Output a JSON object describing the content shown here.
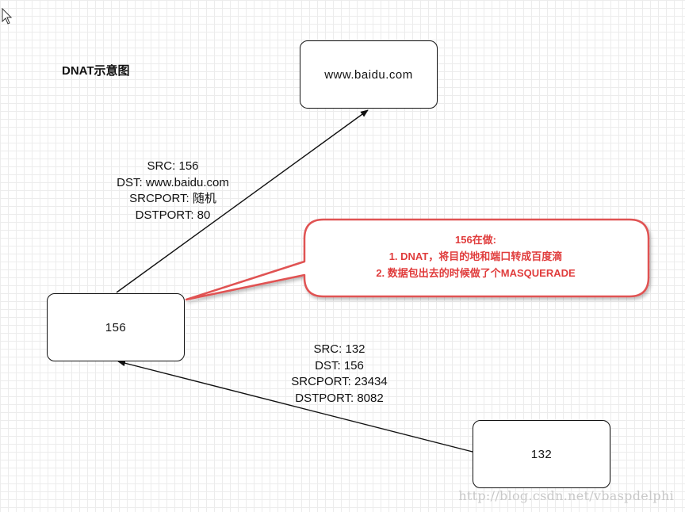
{
  "diagram": {
    "title": "DNAT示意图",
    "nodes": {
      "baidu": "www.baidu.com",
      "n156": "156",
      "n132": "132"
    },
    "upper_label": [
      "SRC: 156",
      "DST: www.baidu.com",
      "SRCPORT: 随机",
      "DSTPORT: 80"
    ],
    "lower_label": [
      "SRC: 132",
      "DST: 156",
      "SRCPORT: 23434",
      "DSTPORT: 8082"
    ],
    "callout": {
      "lines": [
        "156在做:",
        "1. DNAT，将目的地和端口转成百度滴",
        "2. 数据包出去的时候做了个MASQUERADE"
      ],
      "border_color": "#e05252",
      "text_color": "#e03c3c"
    },
    "watermark": "http://blog.csdn.net/vbaspdelphi"
  }
}
